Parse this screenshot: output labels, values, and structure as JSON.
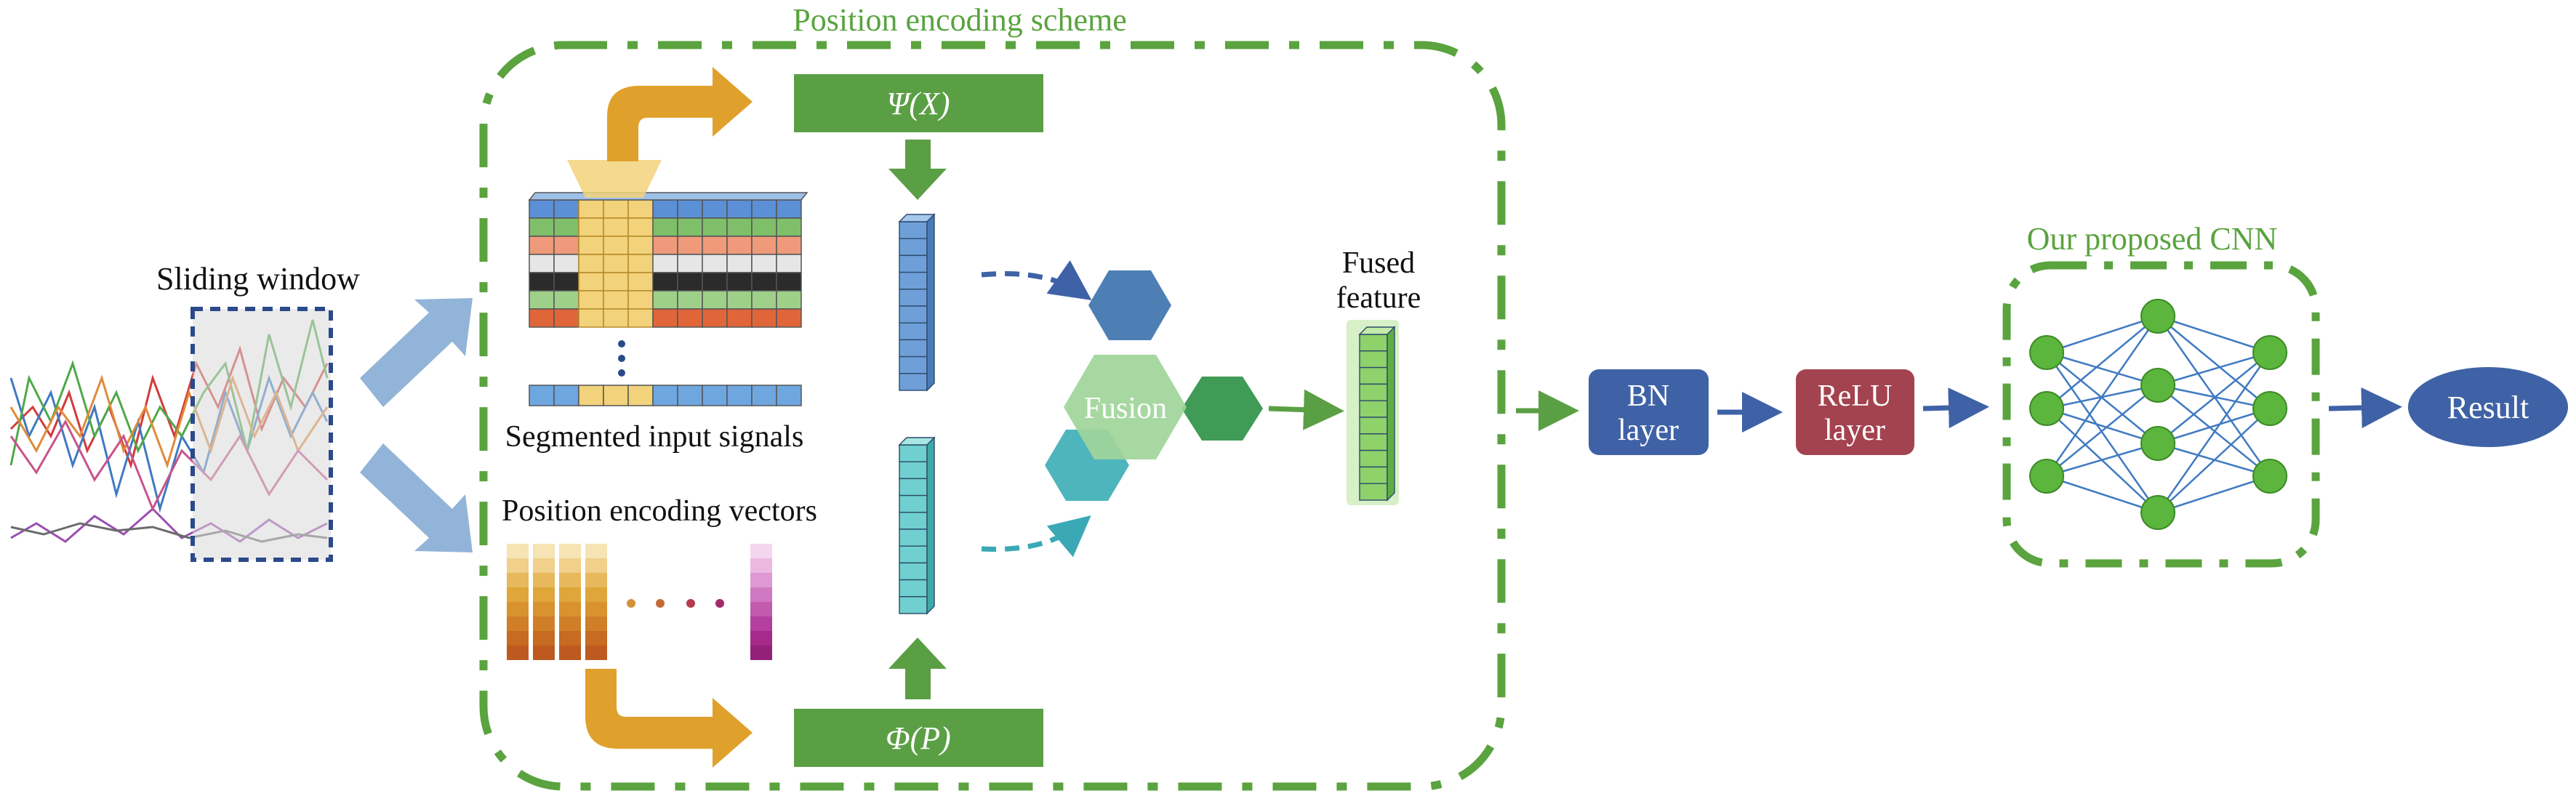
{
  "labels": {
    "scheme_title": "Position encoding scheme",
    "sliding_window": "Sliding window",
    "segmented_signals": "Segmented input signals",
    "position_vectors": "Position encoding vectors",
    "psi": "Ψ(X)",
    "phi": "Φ(P)",
    "fusion": "Fusion",
    "fused_line1": "Fused",
    "fused_line2": "feature",
    "bn_line1": "BN",
    "bn_line2": "layer",
    "relu_line1": "ReLU",
    "relu_line2": "layer",
    "cnn_title": "Our proposed CNN",
    "result": "Result"
  },
  "colors": {
    "green_box": "#5b9f45",
    "dash_green": "#5aa33f",
    "blue_box": "#3f62a6",
    "relu_box": "#a3434f",
    "orange_arrow": "#e0a12c",
    "light_blue_arrow": "#92b4d8",
    "fusion_green": "#9fd59a",
    "node_green": "#5cb63d"
  }
}
